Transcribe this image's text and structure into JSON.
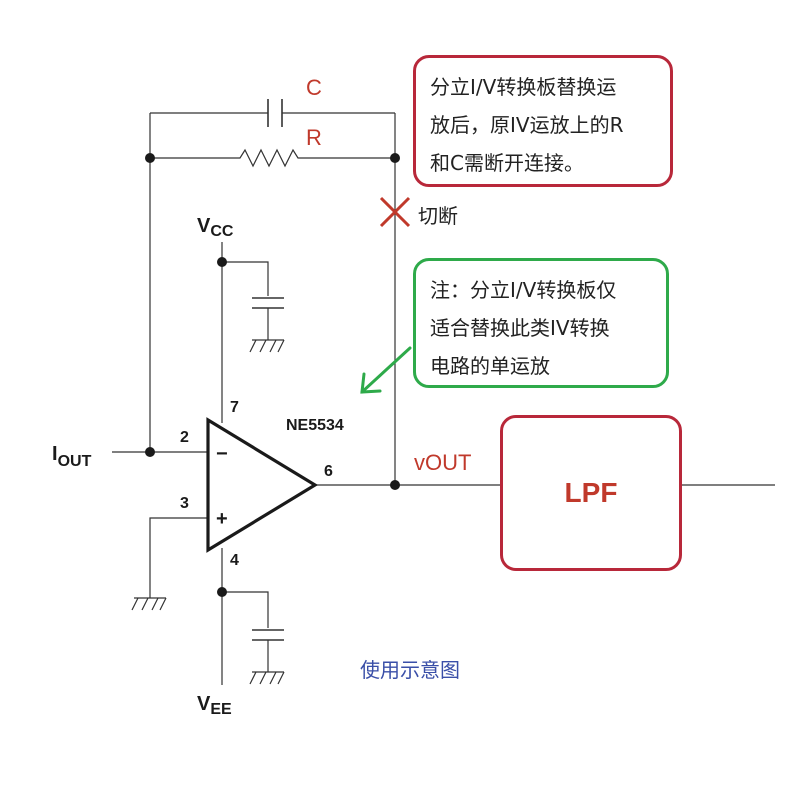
{
  "feedback": {
    "capacitor_label": "C",
    "resistor_label": "R"
  },
  "opamp": {
    "part_number": "NE5534",
    "pin_inverting": "2",
    "pin_noninverting": "3",
    "pin_output": "6",
    "pin_vcc": "7",
    "pin_vee": "4",
    "minus_sign": "−",
    "plus_sign": "+"
  },
  "supply": {
    "vcc_main": "V",
    "vcc_sub": "CC",
    "vee_main": "V",
    "vee_sub": "EE"
  },
  "signals": {
    "iout_main": "I",
    "iout_sub": "OUT",
    "vout": "vOUT"
  },
  "cut_label": "切断",
  "note_red": {
    "line1": "分立I/V转换板替换运",
    "line2": "放后，原IV运放上的R",
    "line3": "和C需断开连接。"
  },
  "note_green": {
    "line1": "注：分立I/V转换板仅",
    "line2": "适合替换此类IV转换",
    "line3": "电路的单运放"
  },
  "lpf_label": "LPF",
  "caption": "使用示意图",
  "colors": {
    "red_accent": "#b8283a",
    "green_accent": "#2eaa4a",
    "caption_blue": "#3a4fa8",
    "wire": "#333333"
  }
}
